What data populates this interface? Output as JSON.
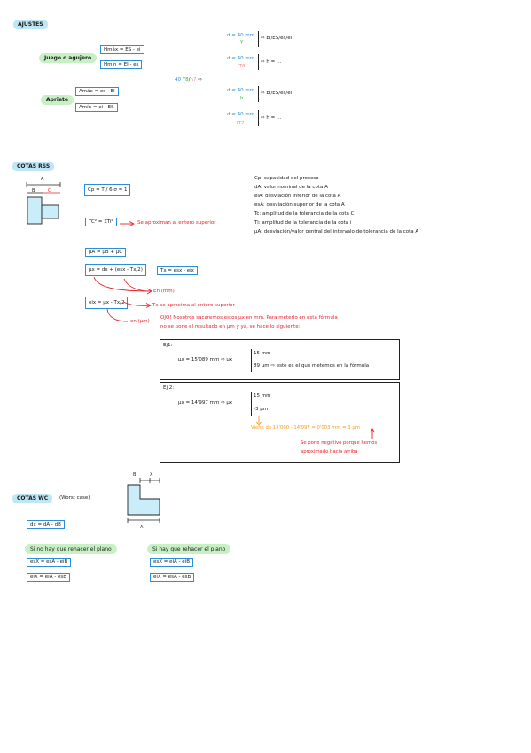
{
  "ajustes": {
    "tag": "AJUSTES",
    "juego": "Juego o agujero",
    "hmax": "Hmáx = ES - ei",
    "hmin": "Hmín = EI - es",
    "apriete": "Apriete",
    "amax": "Amáx = es - EI",
    "amin": "Amín = ei - ES",
    "fit": {
      "base": "40 ",
      "g": "Y8",
      "sep": "/",
      "p": "h7",
      "arrow": " ⇨"
    },
    "r1": {
      "d": "d = 40 mm",
      "t": "Y",
      "res": "⇨ EI/ES/es/ei"
    },
    "r2": {
      "d": "d = 40 mm",
      "t": "IT8",
      "res": "⇨ h = ..."
    },
    "r3": {
      "d": "d = 40 mm",
      "t": "h",
      "res": "⇨ EI/ES/es/ei"
    },
    "r4": {
      "d": "d = 40 mm",
      "t": "IT7",
      "res": "⇨ h = ..."
    }
  },
  "rss": {
    "tag": "COTAS RSS",
    "lbl_a": "A",
    "lbl_b": "B",
    "lbl_c": "C",
    "cp": "Cp = T / 6·σ = 1",
    "tc": "TC² = ΣTi²",
    "tc_note": "Se aproximan al entero superior",
    "mu": "μA = μB + μC",
    "mux": "μx = dx + (esx - Tx/2)",
    "tx": "Tx = esx - eix",
    "en_mm": "En (mm)",
    "eix": "eix = μx - Tx/2",
    "tx_note": "Tx se aproxima al entero superior",
    "en_um": "en (μm)",
    "ojo1": "OJO! Nosotros sacaremos estos μx en mm. Para meterlo en esta fórmula",
    "ojo2": "no se pone el resultado en μm y ya, se hace lo siguiente:",
    "defs": [
      "Cp: capacidad del proceso",
      "dA: valor nominal de la cota A",
      "eiA: desviación inferior de la cota A",
      "esA: desviación superior de la cota A",
      "Tc: amplitud de la tolerancia de la cota C",
      "Ti: amplitud de la tolerancia de la cota i",
      "μA: desviación/valor central del intervalo de tolerancia de la cota A"
    ],
    "ej1": {
      "label": "Ej1:",
      "eq": "μx = 15'089 mm ⇨ μx",
      "v1": "15 mm",
      "v2": "89 μm ⇨ este es el que metemos en la fórmula"
    },
    "ej2": {
      "label": "Ej 2:",
      "eq": "μx = 14'997 mm ⇨ μx",
      "v1": "15 mm",
      "v2": "-3 μm",
      "calc": "Viene de 15'000 - 14'997 = 0'003 mm = 3 μm",
      "note1": "Se pone negativo porque hemos",
      "note2": "aproximado hacia arriba"
    }
  },
  "wc": {
    "tag": "COTAS WC",
    "worst": "(Worst case)",
    "lbl_b": "B",
    "lbl_x": "X",
    "lbl_a": "A",
    "dx": "dx = dA - dB",
    "no_rehacer": "Si no hay que rehacer el plano",
    "esx1": "esX = esA - eiB",
    "eix1": "eiX = eiA - esB",
    "rehacer": "Si hay que rehacer el plano",
    "esx2": "esX = eiA - eiB",
    "eix2": "eiX = esA - esB"
  },
  "colors": {
    "tag": "#bfe6f4",
    "green_tag": "#c7f0c4",
    "box": "#2a8fd8",
    "note": "#e8222a",
    "calc": "#f39a1e"
  }
}
